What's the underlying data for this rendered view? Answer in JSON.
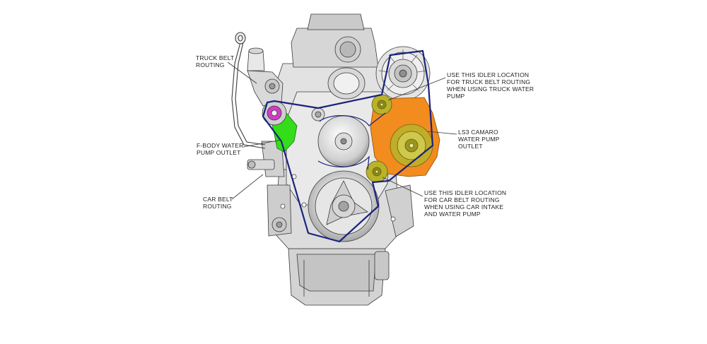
{
  "diagram": {
    "callouts": {
      "truck_belt": [
        "TRUCK BELT",
        "ROUTING"
      ],
      "fbody_outlet": [
        "F-BODY WATER",
        "PUMP OUTLET"
      ],
      "car_belt": [
        "CAR BELT",
        "ROUTING"
      ],
      "truck_idler": [
        "USE THIS IDLER LOCATION",
        "FOR TRUCK BELT ROUTING",
        "WHEN USING TRUCK WATER",
        "PUMP"
      ],
      "ls3_outlet": [
        "LS3 CAMARO",
        "WATER PUMP",
        "OUTLET"
      ],
      "car_idler": [
        "USE THIS IDLER LOCATION",
        "FOR CAR BELT ROUTING",
        "WHEN USING CAR INTAKE",
        "AND WATER PUMP"
      ]
    },
    "colors": {
      "bracket_orange": "#f28c1e",
      "fbody_green": "#33dd1a",
      "idler_olive": "#b9b32a",
      "tensioner_magenta": "#d43ac8",
      "belt_navy": "#1a237e",
      "engine_gray": "#d9d9d9",
      "line_dark": "#3a3a3a"
    }
  }
}
